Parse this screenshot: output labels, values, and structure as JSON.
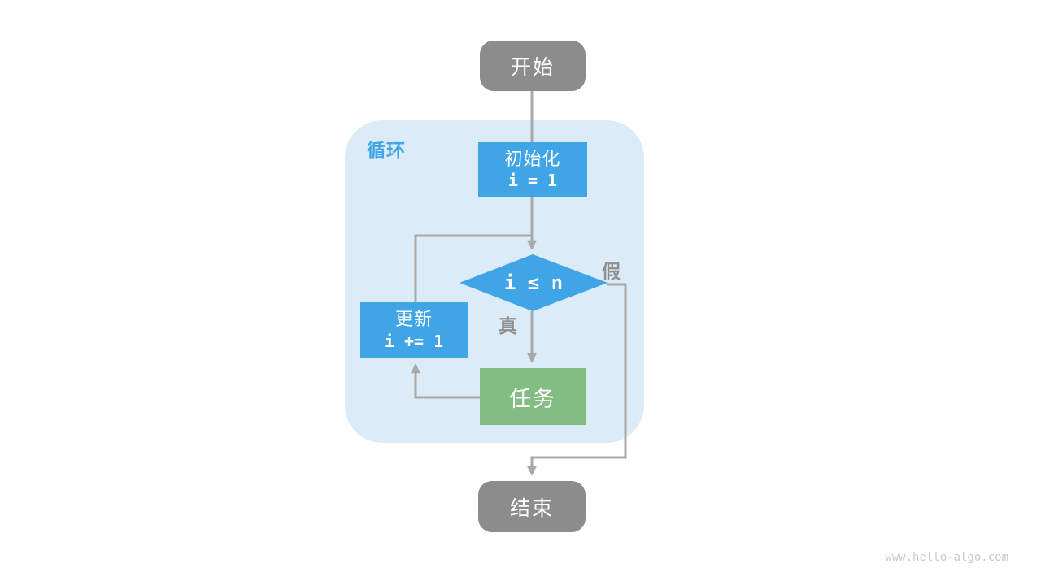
{
  "diagram": {
    "loop_label": "循环",
    "nodes": {
      "start": {
        "label": "开始"
      },
      "init": {
        "label": "初始化",
        "code": "i = 1"
      },
      "condition": {
        "code": "i ≤ n"
      },
      "update": {
        "label": "更新",
        "code": "i += 1"
      },
      "task": {
        "label": "任务"
      },
      "end": {
        "label": "结束"
      }
    },
    "edges": {
      "true_label": "真",
      "false_label": "假"
    },
    "colors": {
      "terminal": "#8c8c8c",
      "process": "#3fa5e6",
      "task": "#84bd82",
      "loop_bg": "#dcebf8",
      "connector": "#a8a8a8",
      "label": "#8f8f8f",
      "loop_label": "#3fa5e6",
      "watermark": "#c9c9c9"
    },
    "watermark": "www.hello-algo.com"
  }
}
